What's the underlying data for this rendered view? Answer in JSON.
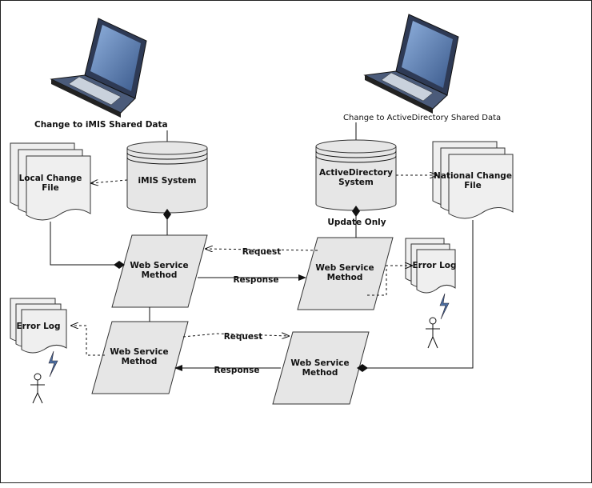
{
  "laptops": {
    "left_caption": "Change to  iMIS Shared Data",
    "right_caption": "Change to ActiveDirectory Shared Data"
  },
  "databases": {
    "imis": "iMIS System",
    "ad_line1": "ActiveDirectory",
    "ad_line2": "System"
  },
  "documents": {
    "local_line1": "Local Change",
    "local_line2": "File",
    "national_line1": "National Change",
    "national_line2": "File",
    "error_log_right": "Error Log",
    "error_log_left": "Error Log"
  },
  "processes": {
    "ws_line1": "Web Service",
    "ws_line2": "Method"
  },
  "edges": {
    "update_only": "Update Only",
    "request_top": "Request",
    "response_top": "Response",
    "request_bottom": "Request",
    "response_bottom": "Response"
  },
  "colors": {
    "shape_fill": "#e6e6e6",
    "stroke": "#333333",
    "laptop_body": "#3a4a6a",
    "laptop_screen": "#5f7fb0"
  }
}
